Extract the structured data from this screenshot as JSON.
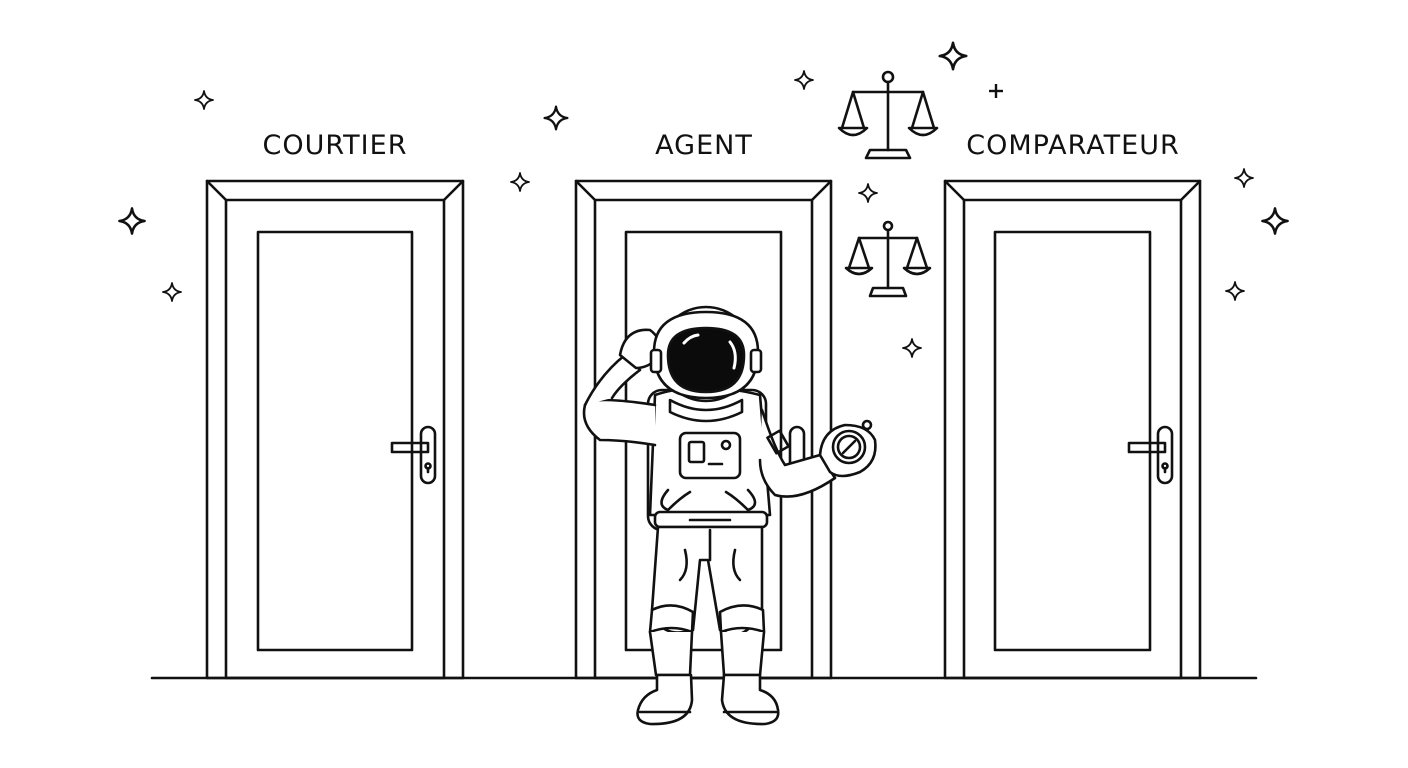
{
  "doors": [
    {
      "id": "courtier",
      "label": "COURTIER"
    },
    {
      "id": "agent",
      "label": "AGENT"
    },
    {
      "id": "comparateur",
      "label": "COMPARATEUR"
    }
  ],
  "icons": [
    "astronaut-icon",
    "compass-icon",
    "scales-icon",
    "sparkle-icon",
    "door-handle-icon"
  ],
  "colors": {
    "line": "#111111",
    "background": "#ffffff",
    "visor": "#0b0b0b"
  }
}
